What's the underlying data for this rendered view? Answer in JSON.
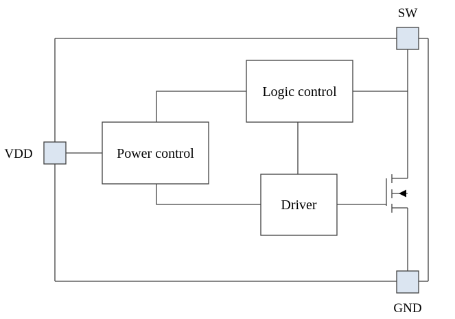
{
  "blocks": {
    "logic_control": "Logic control",
    "power_control": "Power control",
    "driver": "Driver"
  },
  "pins": {
    "sw": "SW",
    "vdd": "VDD",
    "gnd": "GND"
  },
  "colors": {
    "line": "#404040",
    "pin_fill": "#dbe5f1",
    "block_fill": "#ffffff",
    "text": "#000000"
  }
}
